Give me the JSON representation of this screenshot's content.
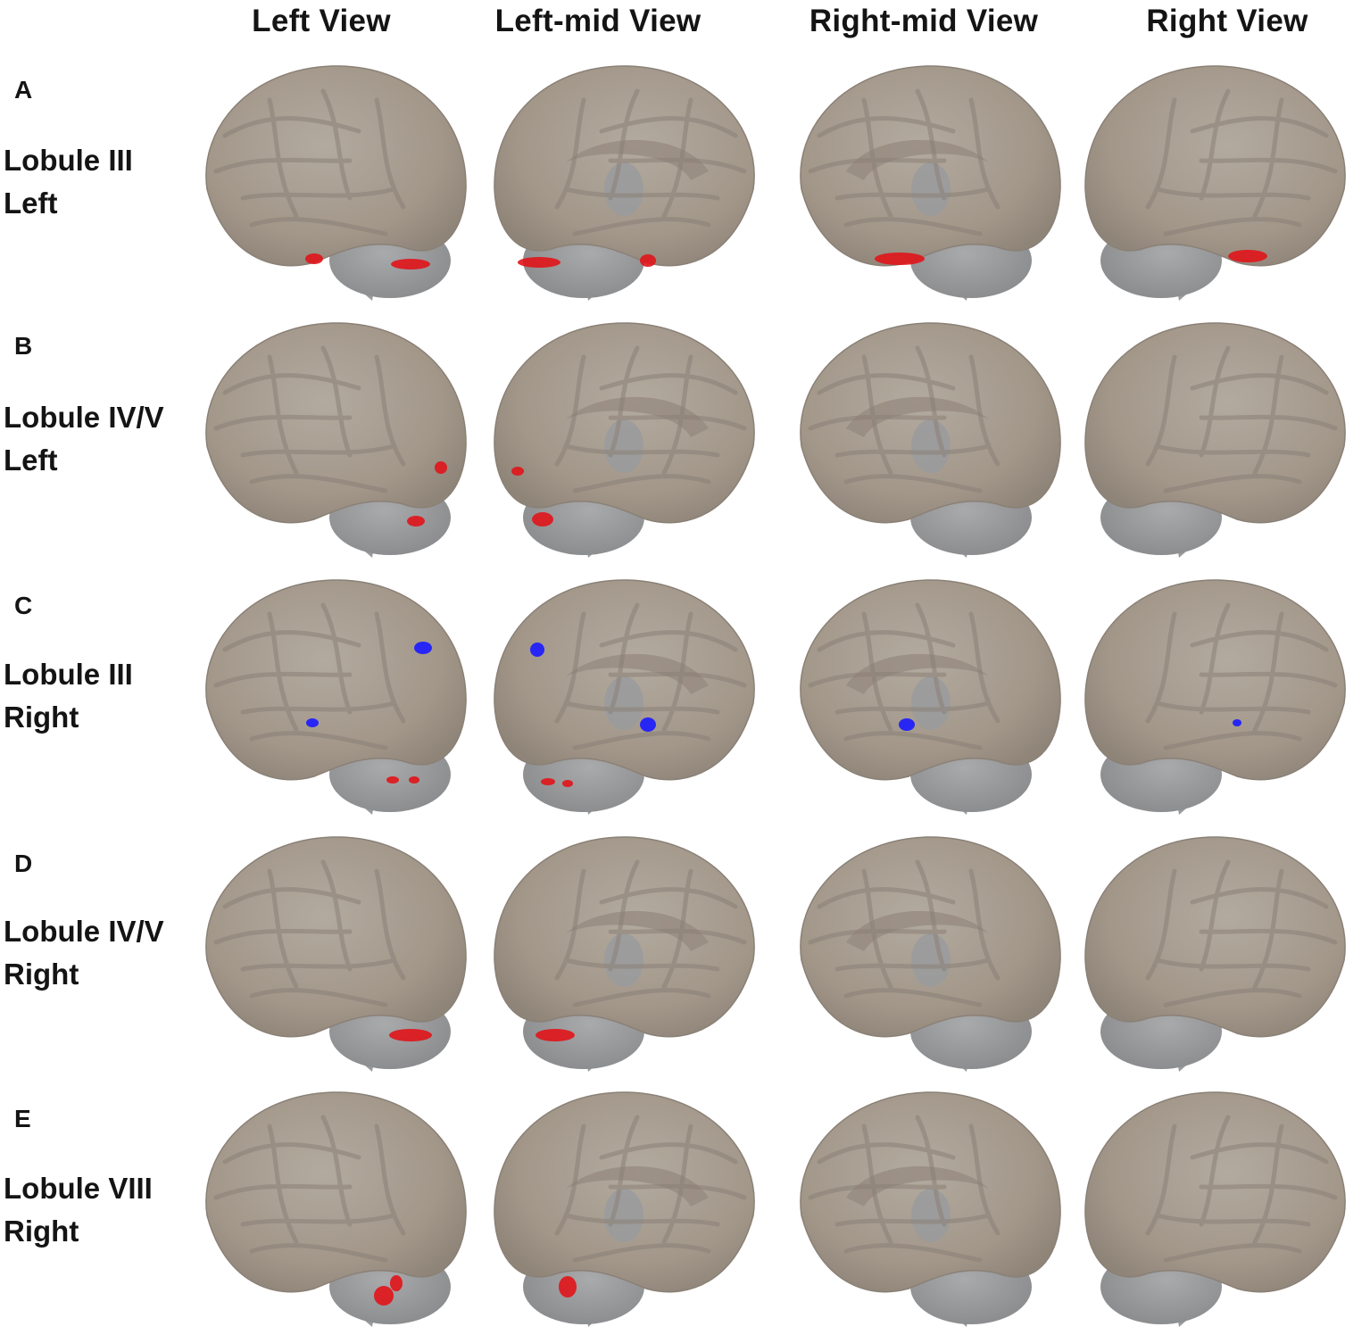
{
  "figure": {
    "columns": [
      "Left View",
      "Left-mid View",
      "Right-mid View",
      "Right View"
    ],
    "rows": [
      {
        "letter": "A",
        "label_line1": "Lobule III",
        "label_line2": "Left"
      },
      {
        "letter": "B",
        "label_line1": "Lobule IV/V",
        "label_line2": "Left"
      },
      {
        "letter": "C",
        "label_line1": "Lobule III",
        "label_line2": "Right"
      },
      {
        "letter": "D",
        "label_line1": "Lobule IV/V",
        "label_line2": "Right"
      },
      {
        "letter": "E",
        "label_line1": "Lobule VIII",
        "label_line2": "Right"
      }
    ],
    "colors": {
      "cortex": "#a79d93",
      "cortex_dark": "#8a8076",
      "cerebellum": "#999a9c",
      "positive_cluster": "#e0141a",
      "negative_cluster": "#1a1aff"
    }
  }
}
